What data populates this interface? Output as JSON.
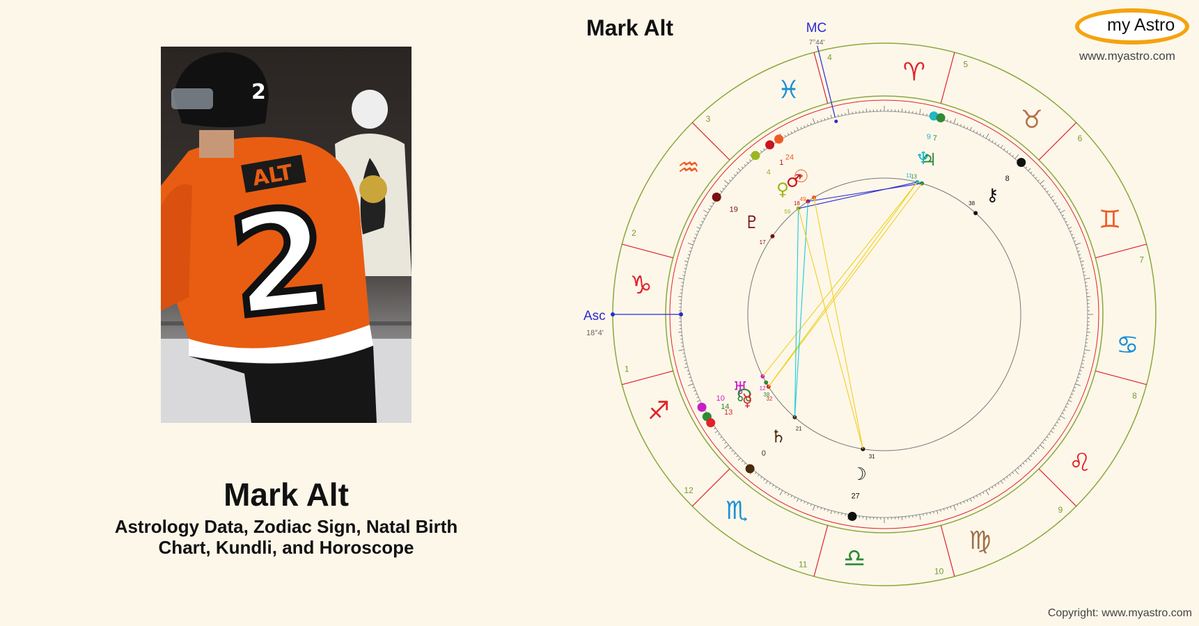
{
  "person": {
    "name": "Mark Alt",
    "subtitle": "Astrology Data, Zodiac Sign, Natal Birth Chart, Kundli, and Horoscope",
    "jersey_name": "ALT",
    "jersey_number": "2"
  },
  "chart": {
    "title": "Mark Alt",
    "asc_label": "Asc",
    "asc_degree": "18°4'",
    "mc_label": "MC",
    "mc_degree": "7°44'",
    "house_numbers": [
      "1",
      "2",
      "3",
      "4",
      "5",
      "6",
      "7",
      "8",
      "9",
      "10",
      "11",
      "12"
    ],
    "signs": [
      {
        "name": "sagittarius",
        "glyph": "♐",
        "color": "#e0222a"
      },
      {
        "name": "capricorn",
        "glyph": "♑",
        "color": "#e0222a"
      },
      {
        "name": "aquarius",
        "glyph": "♒",
        "color": "#f05a22"
      },
      {
        "name": "pisces",
        "glyph": "♓",
        "color": "#1a8fd6"
      },
      {
        "name": "aries",
        "glyph": "♈",
        "color": "#e0222a"
      },
      {
        "name": "taurus",
        "glyph": "♉",
        "color": "#b5734a"
      },
      {
        "name": "gemini",
        "glyph": "♊",
        "color": "#f05a22"
      },
      {
        "name": "cancer",
        "glyph": "♋",
        "color": "#1a8fd6"
      },
      {
        "name": "leo",
        "glyph": "♌",
        "color": "#e0222a"
      },
      {
        "name": "virgo",
        "glyph": "♍",
        "color": "#a0704a"
      },
      {
        "name": "libra",
        "glyph": "♎",
        "color": "#2e8a36"
      },
      {
        "name": "scorpio",
        "glyph": "♏",
        "color": "#1a8fd6"
      }
    ],
    "planets": [
      {
        "name": "neptune",
        "glyph": "♆",
        "label": "9",
        "sub": "11",
        "color": "#1fb8c4"
      },
      {
        "name": "jupiter",
        "glyph": "♃",
        "label": "7",
        "sub": "13",
        "color": "#2e8a36"
      },
      {
        "name": "chiron",
        "glyph": "⚷",
        "label": "8",
        "sub": "38",
        "color": "#111111"
      },
      {
        "name": "sun",
        "glyph": "☉",
        "label": "24",
        "sub": "49",
        "color": "#f05a22"
      },
      {
        "name": "mars",
        "glyph": "♂",
        "label": "1",
        "sub": "18",
        "color": "#c8141e"
      },
      {
        "name": "venus",
        "glyph": "♀",
        "label": "4",
        "sub": "59",
        "color": "#9ab81c"
      },
      {
        "name": "pluto",
        "glyph": "♇",
        "label": "19",
        "sub": "17",
        "color": "#7a1010"
      },
      {
        "name": "uranus",
        "glyph": "♅",
        "label": "10",
        "sub": "12",
        "color": "#c81ec8"
      },
      {
        "name": "north-node",
        "glyph": "☊",
        "label": "14",
        "sub": "38",
        "color": "#2e8a36"
      },
      {
        "name": "mercury",
        "glyph": "☿",
        "label": "13",
        "sub": "32",
        "color": "#e0222a"
      },
      {
        "name": "saturn",
        "glyph": "♄",
        "label": "0",
        "sub": "21",
        "color": "#4a2a0a"
      },
      {
        "name": "moon",
        "glyph": "☽",
        "label": "27",
        "sub": "31",
        "color": "#111111"
      }
    ]
  },
  "branding": {
    "logo_text": "my Astro",
    "url": "www.myastro.com",
    "copyright": "Copyright: www.myastro.com"
  },
  "colors": {
    "background": "#fdf7ea",
    "house_line": "#e0222a",
    "outer_ring": "#7a9a2a",
    "logo_orange": "#f5a30f"
  }
}
